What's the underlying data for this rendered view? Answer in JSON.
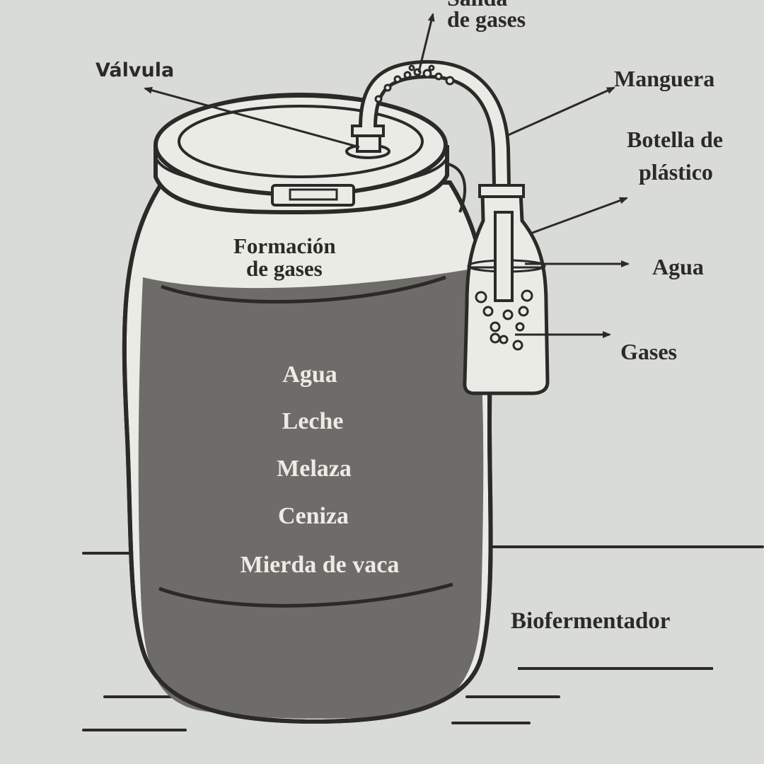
{
  "labels": {
    "gas_outlet_line1": "Salida",
    "gas_outlet_line2": "de gases",
    "valve": "Válvula",
    "hose": "Manguera",
    "bottle_line1": "Botella de",
    "bottle_line2": "plástico",
    "water": "Agua",
    "gases": "Gases",
    "gas_formation_line1": "Formación",
    "gas_formation_line2": "de gases",
    "biofermenter": "Biofermentador"
  },
  "ingredients": [
    "Agua",
    "Leche",
    "Melaza",
    "Ceniza",
    "Mierda de vaca"
  ],
  "colors": {
    "background": "#d9dcd6",
    "ink": "#2c2a28",
    "liquid": "#6e6c69",
    "barrel_fill": "#ebebe6",
    "inside_text": "#ecebe6"
  }
}
